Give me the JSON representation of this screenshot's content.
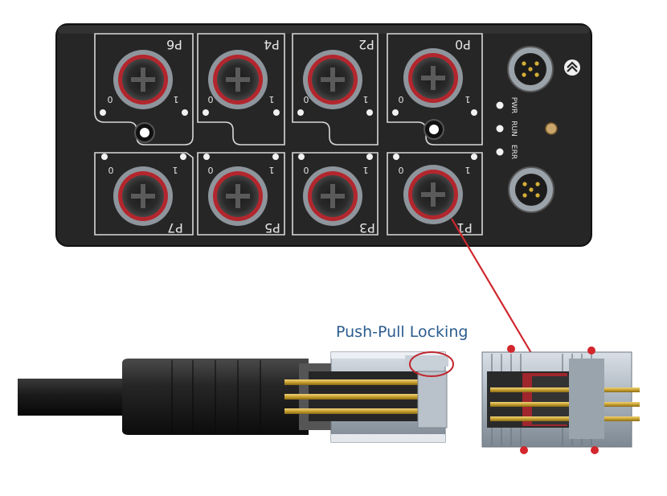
{
  "module": {
    "top_ports": [
      "P6",
      "P4",
      "P2",
      "P0"
    ],
    "bottom_ports": [
      "P7",
      "P5",
      "P3",
      "P1"
    ],
    "channel_labels": [
      "0",
      "1"
    ],
    "status_labels": [
      "PWR",
      "RUN",
      "ERR"
    ]
  },
  "callout": {
    "text": "Push-Pull Locking"
  },
  "colors": {
    "module_body": "#262626",
    "engraving": "#d8d8d8",
    "port_red": "#b3262d",
    "leader_line": "#d0262d",
    "gold_pin": "#c9a232",
    "callout_text": "#2b5c8f"
  }
}
